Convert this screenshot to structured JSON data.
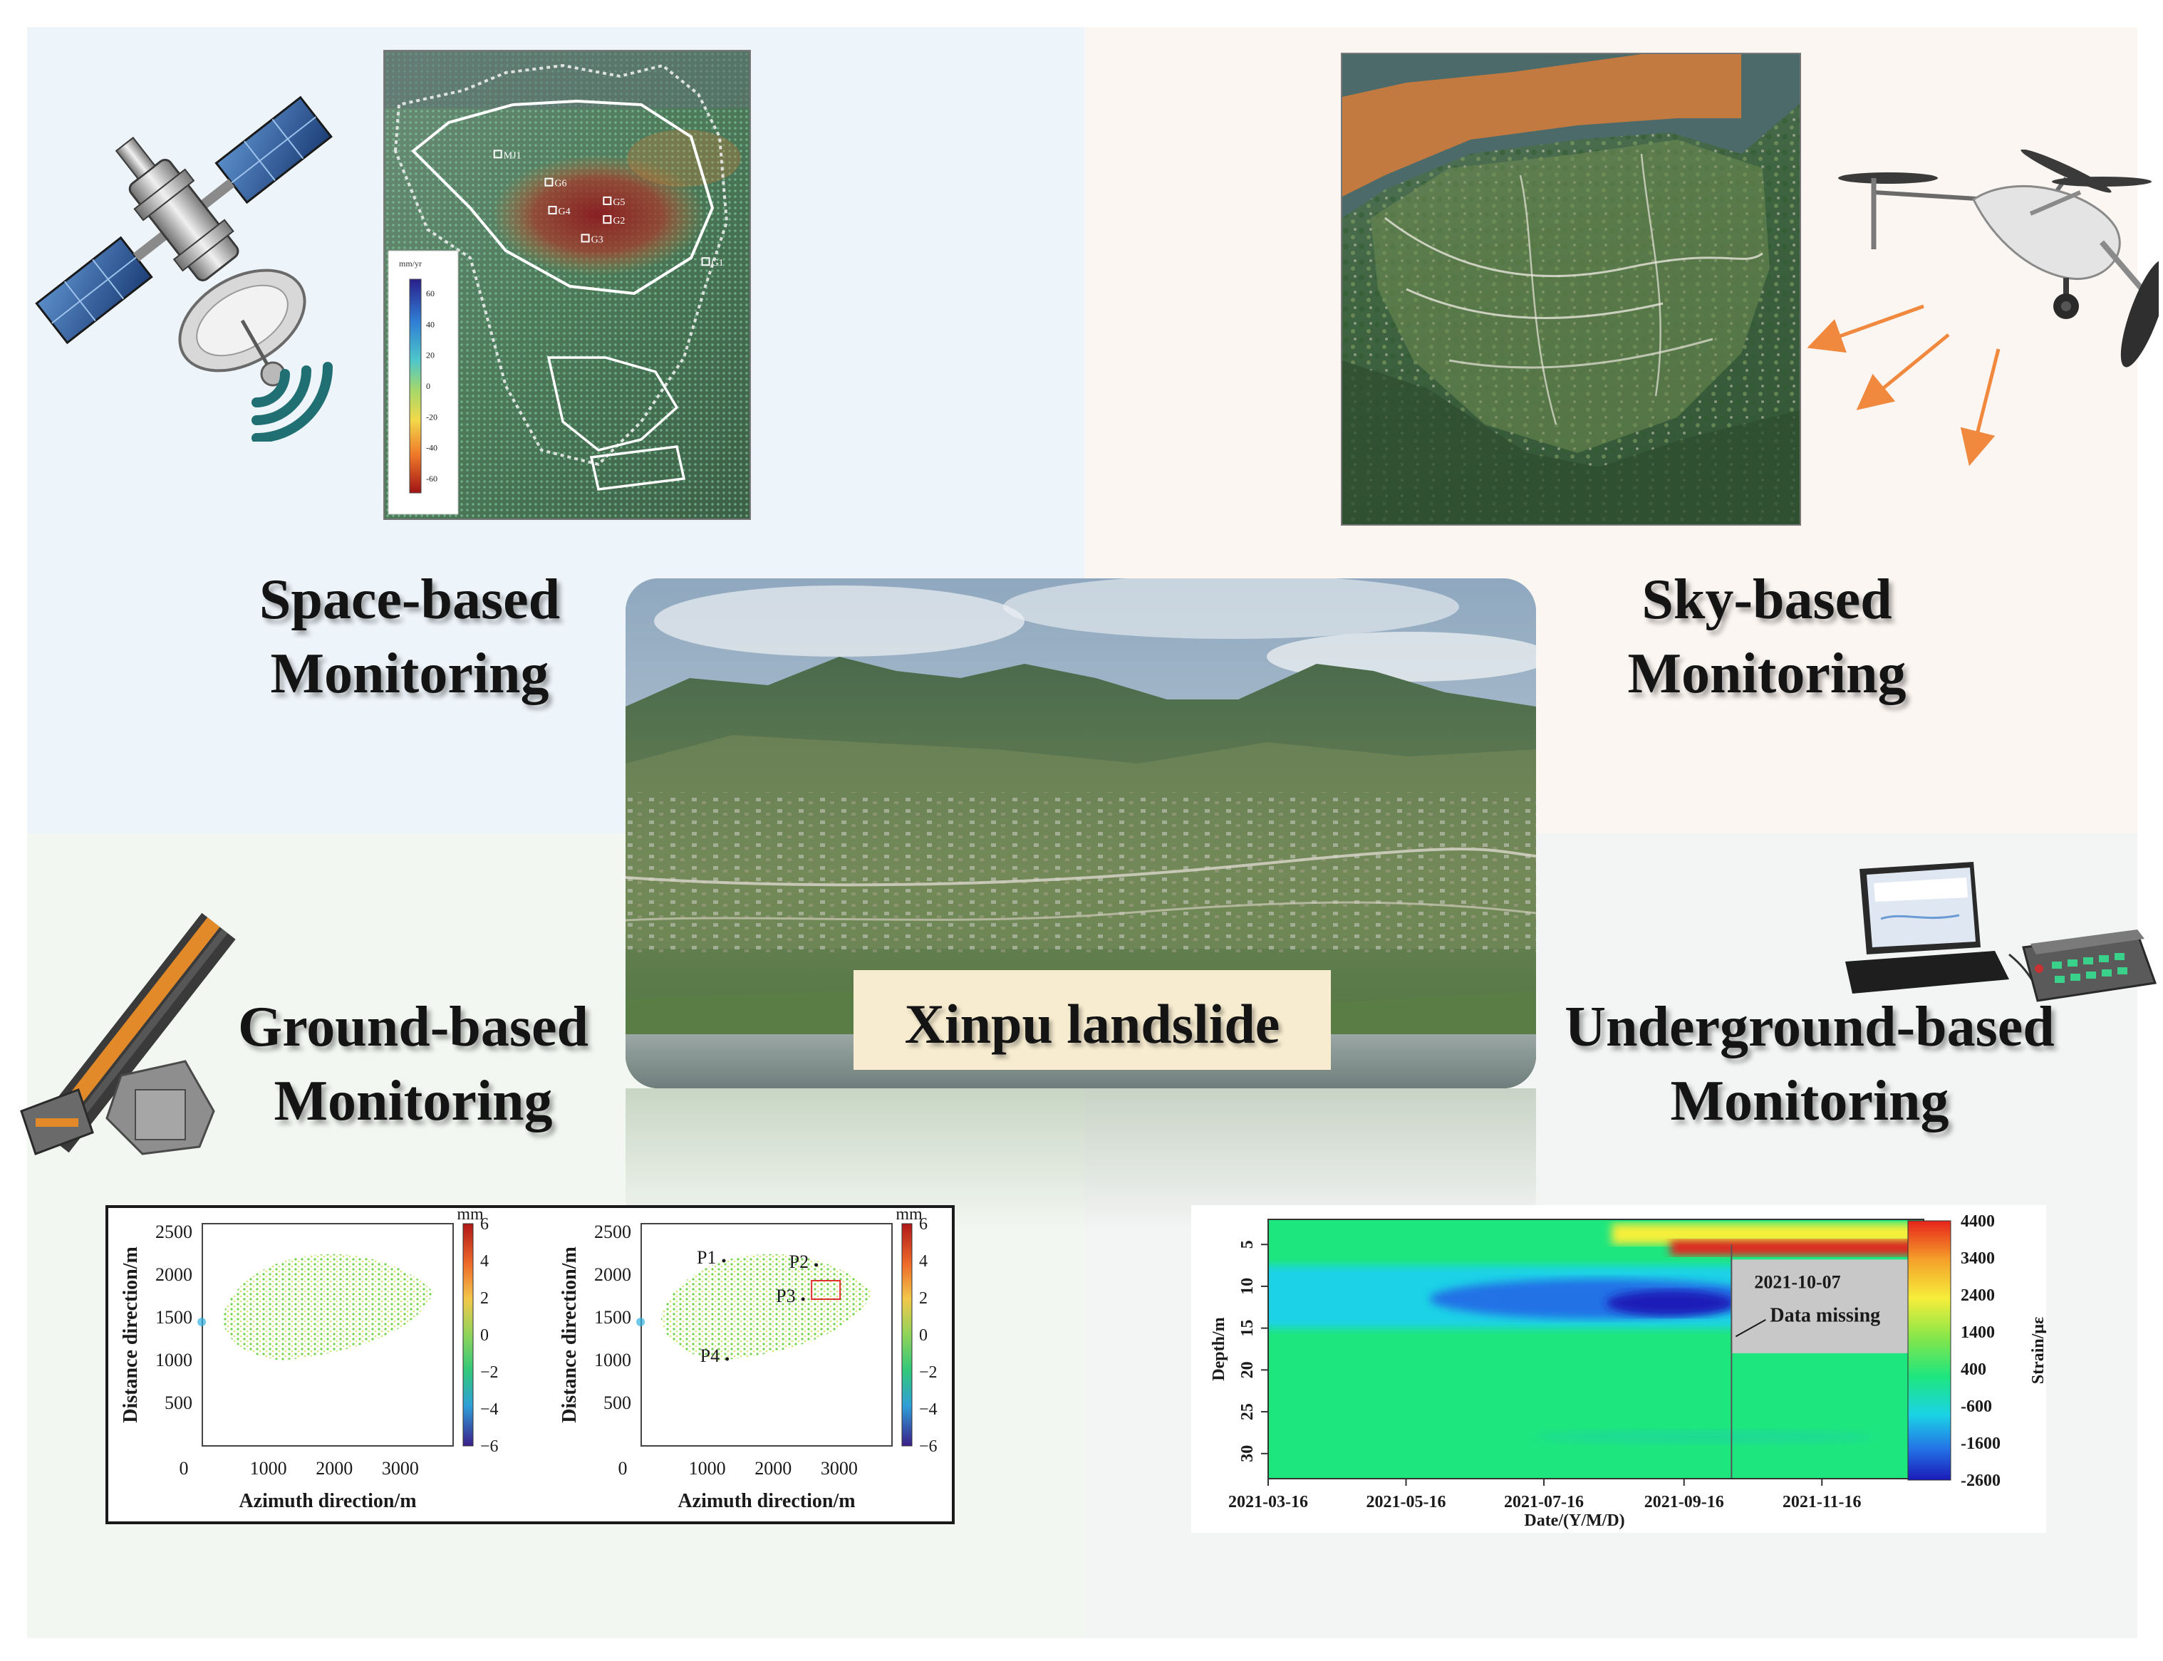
{
  "titles": {
    "space": [
      "Space-based",
      "Monitoring"
    ],
    "sky": [
      "Sky-based",
      "Monitoring"
    ],
    "ground": [
      "Ground-based",
      "Monitoring"
    ],
    "underground": [
      "Underground-based",
      "Monitoring"
    ]
  },
  "center_label": "Xinpu landslide",
  "insar": {
    "colorbar_unit": "mm/yr",
    "colorbar_ticks": [
      "60",
      "40",
      "20",
      "0",
      "-20",
      "-40",
      "-60"
    ],
    "points": [
      {
        "label": "MJ1",
        "x": 0.31,
        "y": 0.22
      },
      {
        "label": "G6",
        "x": 0.45,
        "y": 0.28
      },
      {
        "label": "G4",
        "x": 0.46,
        "y": 0.34
      },
      {
        "label": "G5",
        "x": 0.61,
        "y": 0.32
      },
      {
        "label": "G2",
        "x": 0.61,
        "y": 0.36
      },
      {
        "label": "G3",
        "x": 0.55,
        "y": 0.4
      },
      {
        "label": "G1",
        "x": 0.88,
        "y": 0.45
      }
    ]
  },
  "gbinsar": {
    "panels": [
      {
        "ylabel": "Distance direction/m",
        "xlabel": "Azimuth direction/m",
        "points": []
      },
      {
        "ylabel": "Distance direction/m",
        "xlabel": "Azimuth direction/m",
        "points": [
          {
            "label": "P1",
            "x": 950,
            "y": 2200
          },
          {
            "label": "P2",
            "x": 2350,
            "y": 2150
          },
          {
            "label": "P3",
            "x": 2150,
            "y": 1750
          },
          {
            "label": "P4",
            "x": 1000,
            "y": 1050
          }
        ]
      }
    ],
    "xticks": [
      "0",
      "1000",
      "2000",
      "3000"
    ],
    "yticks": [
      "500",
      "1000",
      "1500",
      "2000",
      "2500"
    ],
    "colorbar_unit": "mm",
    "colorbar_ticks": [
      "6",
      "4",
      "2",
      "0",
      "−2",
      "−4",
      "−6"
    ]
  },
  "chart_data": {
    "type": "heatmap",
    "xlabel": "Date/(Y/M/D)",
    "ylabel": "Depth/m",
    "x_ticks": [
      "2021-03-16",
      "2021-05-16",
      "2021-07-16",
      "2021-09-16",
      "2021-11-16"
    ],
    "y_ticks": [
      "5",
      "10",
      "15",
      "20",
      "25",
      "30"
    ],
    "ylim": [
      2,
      33
    ],
    "colorbar_label": "Strain/με",
    "colorbar_ticks": [
      "4400",
      "3400",
      "2400",
      "1400",
      "400",
      "-600",
      "-1600",
      "-2600"
    ],
    "zlim": [
      -2600,
      4400
    ],
    "annotation": {
      "date": "2021-10-07",
      "text": "Data missing"
    }
  },
  "icons": {
    "satellite": "satellite-icon",
    "drone": "drone-icon",
    "radar": "ground-radar-icon",
    "logger": "laptop-data-logger-icon"
  },
  "colors": {
    "space_bg": "#eef5fa",
    "sky_bg": "#fcf6f2",
    "ground_bg": "#f3f7f2",
    "underground_bg": "#f3f4f4",
    "label_bg": "#f7ecd0",
    "arrow": "#f0883e",
    "signal": "#1f6f73"
  }
}
